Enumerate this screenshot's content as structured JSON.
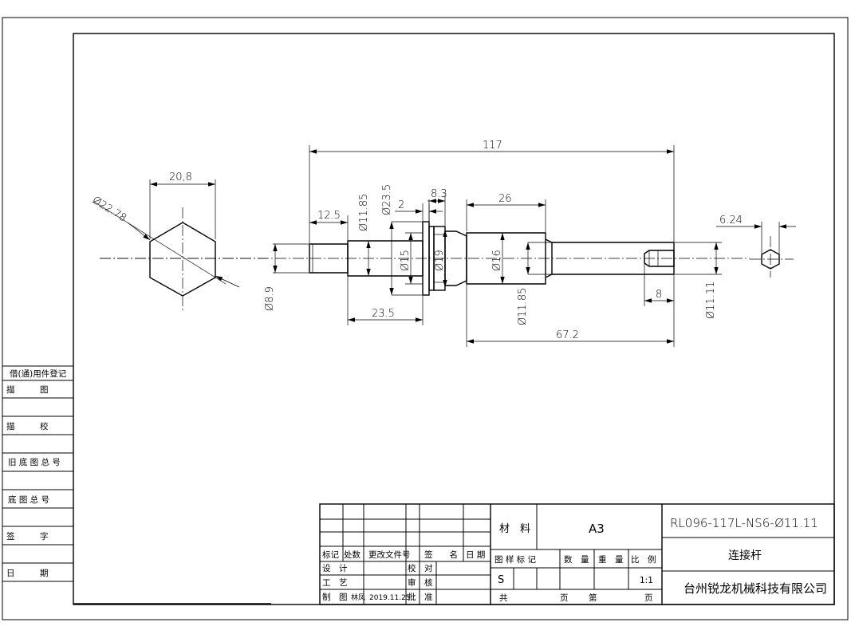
{
  "dimensions": {
    "across_flats": "20,8",
    "across_corners": "Ø22.78",
    "overall_length": "117",
    "rear_length": "12.5",
    "dia_11_85_a": "Ø11.85",
    "dia_23_5": "Ø23.5",
    "flange_2": "2",
    "flange_8_3": "8.3",
    "len_26": "26",
    "dia_15": "Ø15",
    "dia_19": "Ø19",
    "dia_16": "Ø16",
    "dia_8_9": "Ø8.9",
    "len_23_5": "23.5",
    "dia_11_85_b": "Ø11.85",
    "len_67_2": "67.2",
    "len_8": "8",
    "dia_11_11": "Ø11.11",
    "hex_6_24": "6.24"
  },
  "side_panel": {
    "register": "借(通)用件登记",
    "trace": "描　　　图",
    "trace_check": "描　　　校",
    "old_base_no": "旧 底 图 总 号",
    "base_no": "底 图 总 号",
    "signature": "签　　　字",
    "date": "日　　　期"
  },
  "title_block": {
    "rev_mark": "标记",
    "rev_count": "处数",
    "change_doc": "更改文件号",
    "sign": "签　　名",
    "date": "日 期",
    "design": "设　计",
    "process": "工　艺",
    "drafter": "制　图",
    "drafter_name": "林凤",
    "drafter_date": "2019.11.25",
    "proofread": "校　对",
    "review": "审　核",
    "approve": "批　准",
    "material_label": "材　料",
    "material_value": "A3",
    "drawing_mark": "图 样 标 记",
    "quantity": "数　量",
    "weight": "重　量",
    "scale": "比　例",
    "mark_value": "S",
    "scale_value": "1:1",
    "total": "共",
    "page": "页",
    "sheet_no": "第",
    "page2": "页",
    "drawing_no": "RL096-117L-NS6-Ø11.11",
    "part_name": "连接杆",
    "company": "台州锐龙机械科技有限公司"
  }
}
